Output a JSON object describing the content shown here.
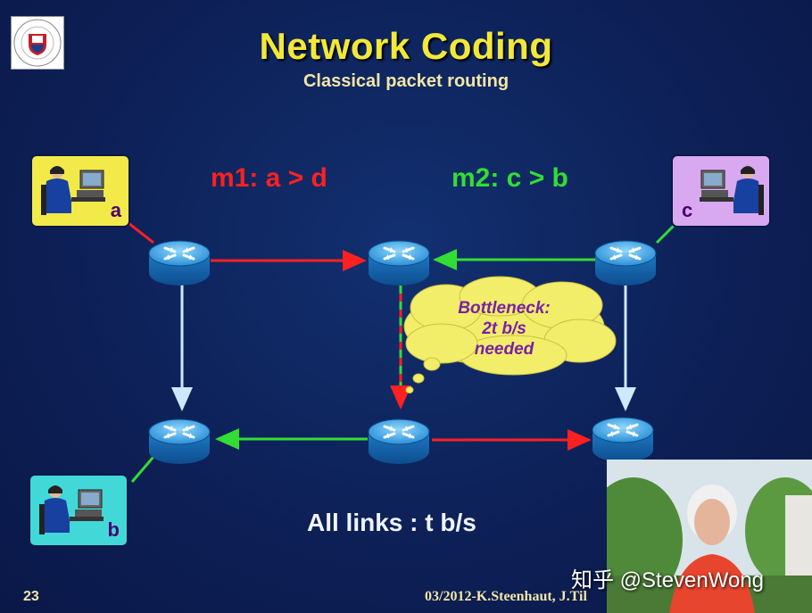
{
  "slide": {
    "title": "Network Coding",
    "subtitle": "Classical packet routing",
    "note": "All links : t b/s",
    "number": "23",
    "footer": "03/2012-K.Steenhaut, J.Til"
  },
  "messages": {
    "m1": "m1: a > d",
    "m2": "m2: c > b"
  },
  "hosts": {
    "a": "a",
    "b": "b",
    "c": "c"
  },
  "bubble": {
    "line1": "Bottleneck:",
    "line2": "2t b/s",
    "line3": "needed"
  },
  "watermark": "知乎 @StevenWong",
  "colors": {
    "background": "#0d1f55",
    "title": "#f2e83a",
    "m1_flow": "#ff2020",
    "m2_flow": "#33dd33",
    "neutral_link": "#cfe8ff",
    "bubble": "#f2ee6a",
    "bubble_text": "#7a1fa8"
  }
}
